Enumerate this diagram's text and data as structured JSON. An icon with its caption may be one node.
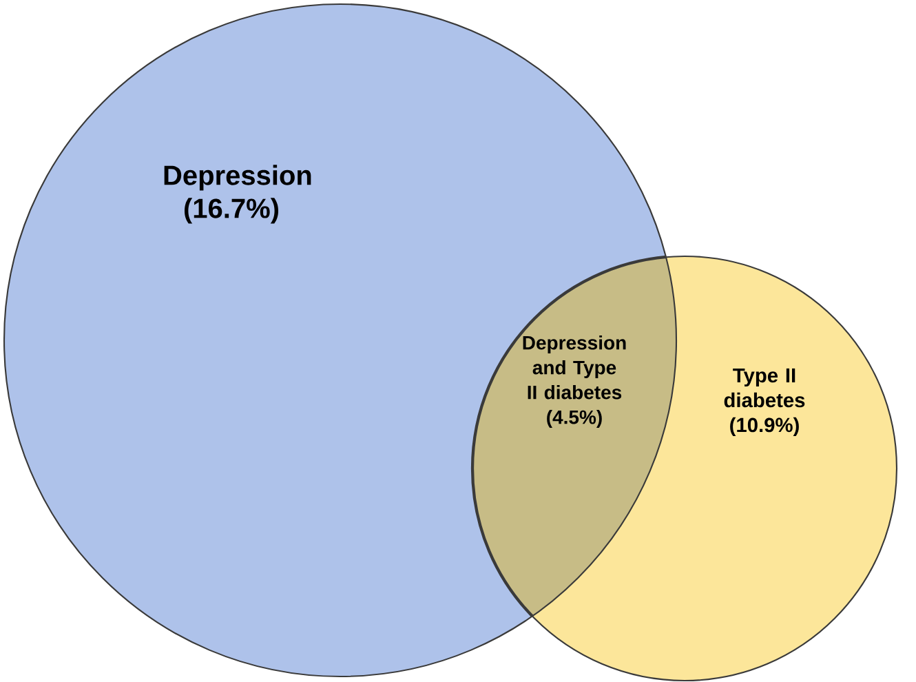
{
  "diagram": {
    "nodes": [
      {
        "text": [
          "Depression (16.7%)"
        ]
      },
      {
        "text": [
          "Type II diabetes (10.9%)"
        ]
      }
    ],
    "edges": [],
    "labels": [
      "Depression and Type II diabetes (4.5%)"
    ]
  }
}
